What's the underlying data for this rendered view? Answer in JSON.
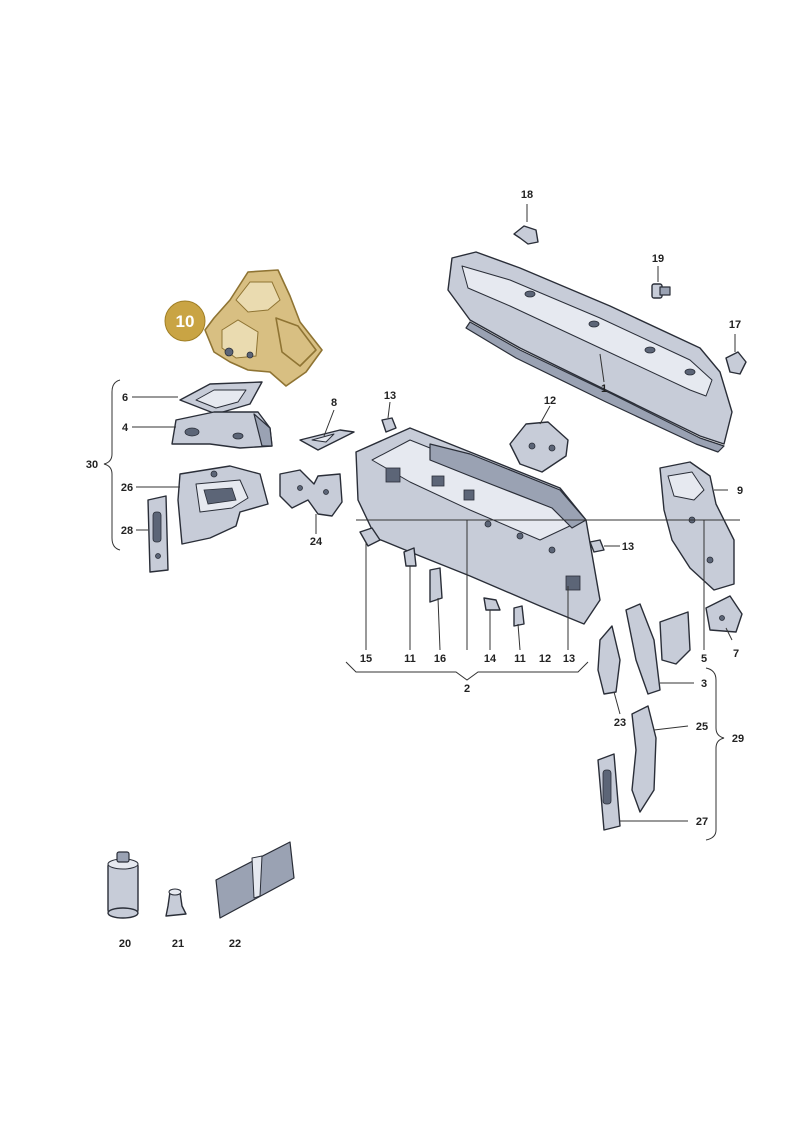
{
  "highlight_badge": {
    "label": "10",
    "color": "#c9a444"
  },
  "callouts": {
    "c1": "1",
    "c2": "2",
    "c3": "3",
    "c4": "4",
    "c5": "5",
    "c6": "6",
    "c7": "7",
    "c8": "8",
    "c9": "9",
    "c11a": "11",
    "c11b": "11",
    "c12a": "12",
    "c12b": "12",
    "c13a": "13",
    "c13b": "13",
    "c13c": "13",
    "c14": "14",
    "c15": "15",
    "c16": "16",
    "c17": "17",
    "c18": "18",
    "c19": "19",
    "c20": "20",
    "c21": "21",
    "c22": "22",
    "c23": "23",
    "c24": "24",
    "c25": "25",
    "c26": "26",
    "c27": "27",
    "c28": "28",
    "c29": "29",
    "c30": "30"
  },
  "colors": {
    "part": "#c7ccd8",
    "highlighted_part": "#d8bf82",
    "outline": "#2a2e38"
  }
}
